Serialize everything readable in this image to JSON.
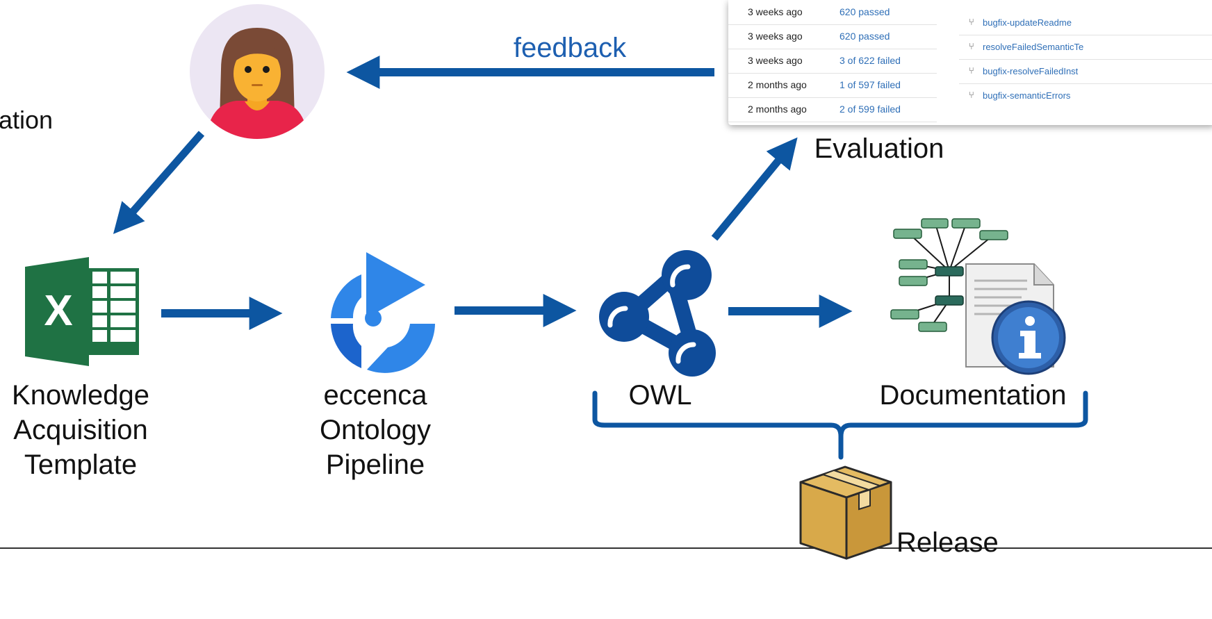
{
  "labels": {
    "feedback": "feedback",
    "evaluation": "Evaluation",
    "template_line1": "Knowledge",
    "template_line2": "Acquisition",
    "template_line3": "Template",
    "pipeline_line1": "eccenca",
    "pipeline_line2": "Ontology",
    "pipeline_line3": "Pipeline",
    "owl": "OWL",
    "documentation": "Documentation",
    "release": "Release",
    "cut_left": "ation",
    "excel_letter": "X"
  },
  "ci_table": {
    "rows": [
      {
        "time": "3 weeks ago",
        "status": "620 passed"
      },
      {
        "time": "3 weeks ago",
        "status": "620 passed"
      },
      {
        "time": "3 weeks ago",
        "status": "3 of 622 failed"
      },
      {
        "time": "2 months ago",
        "status": "1 of 597 failed"
      },
      {
        "time": "2 months ago",
        "status": "2 of 599 failed"
      }
    ],
    "branches": [
      "bugfix-updateReadme",
      "resolveFailedSemanticTe",
      "bugfix-resolveFailedInst",
      "bugfix-semanticErrors"
    ],
    "branch_icon": "branch-icon"
  },
  "colors": {
    "arrow": "#0d56a1",
    "excel_green": "#1f7244",
    "pipeline_blue": "#2f86e8",
    "owl_blue": "#0f4c9a",
    "avatar_bg": "#ece6f3",
    "box_gold": "#d8a94a",
    "link_blue": "#2f6fb7"
  }
}
